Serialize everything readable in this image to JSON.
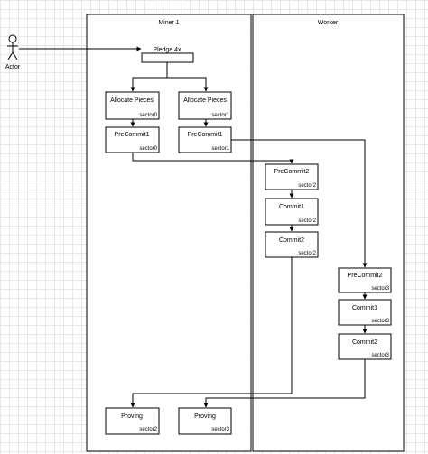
{
  "actor": {
    "label": "Actor"
  },
  "lanes": {
    "miner": "Miner 1",
    "worker": "Worker"
  },
  "pledge": {
    "label": "Pledge 4x"
  },
  "nodes": {
    "alloc0": {
      "title": "Allocate Pieces",
      "sector": "sector0"
    },
    "alloc1": {
      "title": "Allocate Pieces",
      "sector": "sector1"
    },
    "pc1_0": {
      "title": "PreCommit1",
      "sector": "sector0"
    },
    "pc1_1": {
      "title": "PreCommit1",
      "sector": "sector1"
    },
    "pc2_2": {
      "title": "PreCommit2",
      "sector": "sector2"
    },
    "c1_2": {
      "title": "Commit1",
      "sector": "sector2"
    },
    "c2_2": {
      "title": "Commit2",
      "sector": "sector2"
    },
    "pc2_3": {
      "title": "PreCommit2",
      "sector": "sector3"
    },
    "c1_3": {
      "title": "Commit1",
      "sector": "sector3"
    },
    "c2_3": {
      "title": "Commit2",
      "sector": "sector3"
    },
    "prove2": {
      "title": "Proving",
      "sector": "sector2"
    },
    "prove3": {
      "title": "Proving",
      "sector": "sector3"
    }
  }
}
